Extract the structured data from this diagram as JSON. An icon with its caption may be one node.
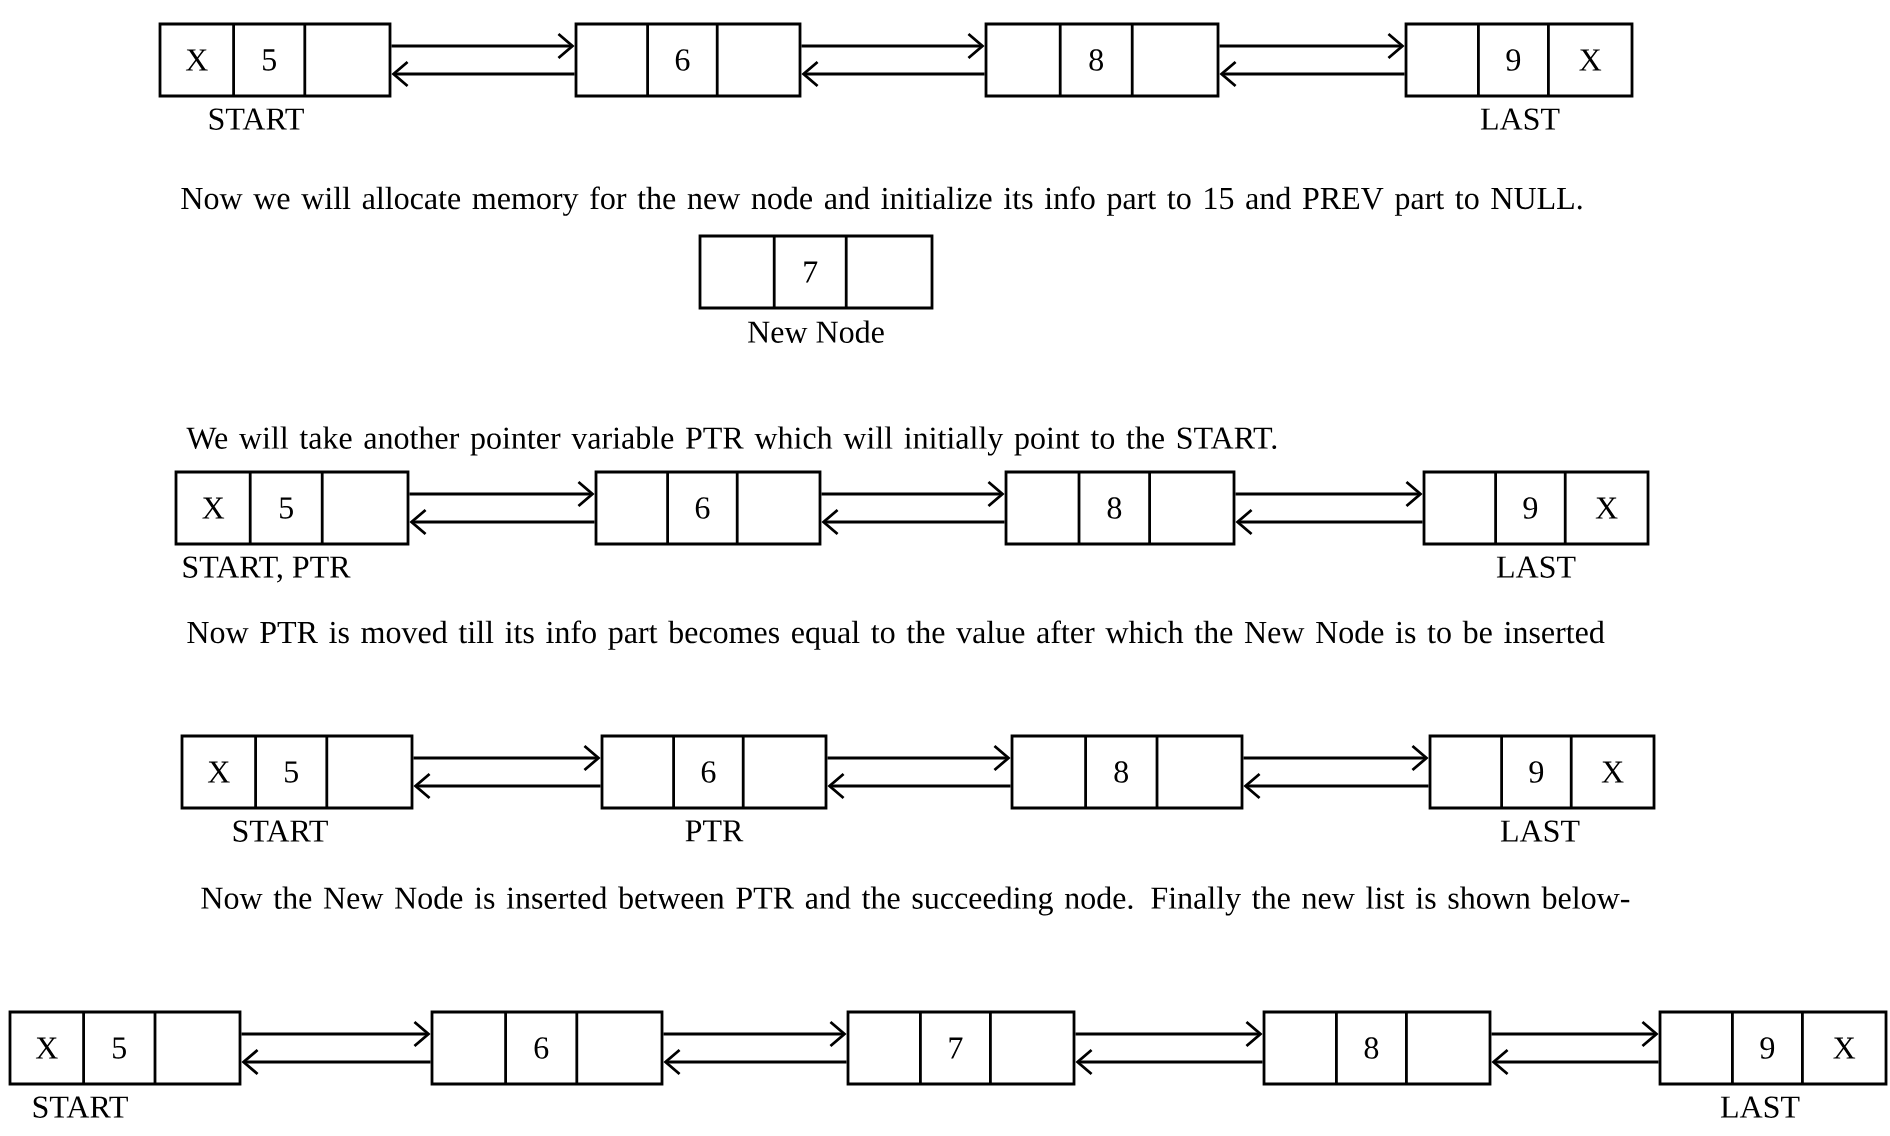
{
  "diagram": {
    "nodes": [
      {
        "text": [
          "X",
          "5"
        ],
        "beside": [
          "START"
        ]
      },
      {
        "text": [
          "6"
        ]
      },
      {
        "text": [
          "8"
        ]
      },
      {
        "text": [
          "9",
          "X"
        ],
        "beside": [
          "LAST"
        ]
      },
      {
        "text": [
          "7"
        ],
        "beside": [
          "New Node"
        ]
      },
      {
        "text": [
          "X",
          "5"
        ],
        "beside": [
          "START, PTR"
        ]
      },
      {
        "text": [
          "6"
        ]
      },
      {
        "text": [
          "8"
        ]
      },
      {
        "text": [
          "9",
          "X"
        ],
        "beside": [
          "LAST"
        ]
      },
      {
        "text": [
          "X",
          "5"
        ],
        "beside": [
          "START"
        ]
      },
      {
        "text": [
          "6"
        ],
        "beside": [
          "PTR"
        ]
      },
      {
        "text": [
          "8"
        ]
      },
      {
        "text": [
          "9",
          "X"
        ],
        "beside": [
          "LAST"
        ]
      },
      {
        "text": [
          "X",
          "5"
        ],
        "beside": [
          "START"
        ]
      },
      {
        "text": [
          "6"
        ]
      },
      {
        "text": [
          "7"
        ]
      },
      {
        "text": [
          "8"
        ]
      },
      {
        "text": [
          "9",
          "X"
        ],
        "beside": [
          "LAST"
        ]
      }
    ],
    "edges": [
      {
        "from": 0,
        "to": 1,
        "arrow": "to"
      },
      {
        "from": 1,
        "to": 0,
        "arrow": "to"
      },
      {
        "from": 1,
        "to": 2,
        "arrow": "to"
      },
      {
        "from": 2,
        "to": 1,
        "arrow": "to"
      },
      {
        "from": 2,
        "to": 3,
        "arrow": "to"
      },
      {
        "from": 3,
        "to": 2,
        "arrow": "to"
      },
      {
        "from": 5,
        "to": 6,
        "arrow": "to"
      },
      {
        "from": 6,
        "to": 5,
        "arrow": "to"
      },
      {
        "from": 6,
        "to": 7,
        "arrow": "to"
      },
      {
        "from": 7,
        "to": 6,
        "arrow": "to"
      },
      {
        "from": 7,
        "to": 8,
        "arrow": "to"
      },
      {
        "from": 8,
        "to": 7,
        "arrow": "to"
      },
      {
        "from": 9,
        "to": 10,
        "arrow": "to"
      },
      {
        "from": 10,
        "to": 9,
        "arrow": "to"
      },
      {
        "from": 10,
        "to": 11,
        "arrow": "to"
      },
      {
        "from": 11,
        "to": 10,
        "arrow": "to"
      },
      {
        "from": 11,
        "to": 12,
        "arrow": "to"
      },
      {
        "from": 12,
        "to": 11,
        "arrow": "to"
      },
      {
        "from": 13,
        "to": 14,
        "arrow": "to"
      },
      {
        "from": 14,
        "to": 13,
        "arrow": "to"
      },
      {
        "from": 14,
        "to": 15,
        "arrow": "to"
      },
      {
        "from": 15,
        "to": 14,
        "arrow": "to"
      },
      {
        "from": 15,
        "to": 16,
        "arrow": "to"
      },
      {
        "from": 16,
        "to": 15,
        "arrow": "to"
      },
      {
        "from": 16,
        "to": 17,
        "arrow": "to"
      },
      {
        "from": 17,
        "to": 16,
        "arrow": "to"
      }
    ],
    "labels": [
      "Now we will allocate memory for the new node and initialize its info part to 15 and PREV part to NULL.",
      "We will take another pointer variable PTR which will initially point to the START.",
      "Now PTR is moved till its info part becomes equal to the value after which the New Node is to be inserted",
      "Now the New Node is inserted between PTR and the succeeding node. Finally the new list is shown below-"
    ]
  }
}
